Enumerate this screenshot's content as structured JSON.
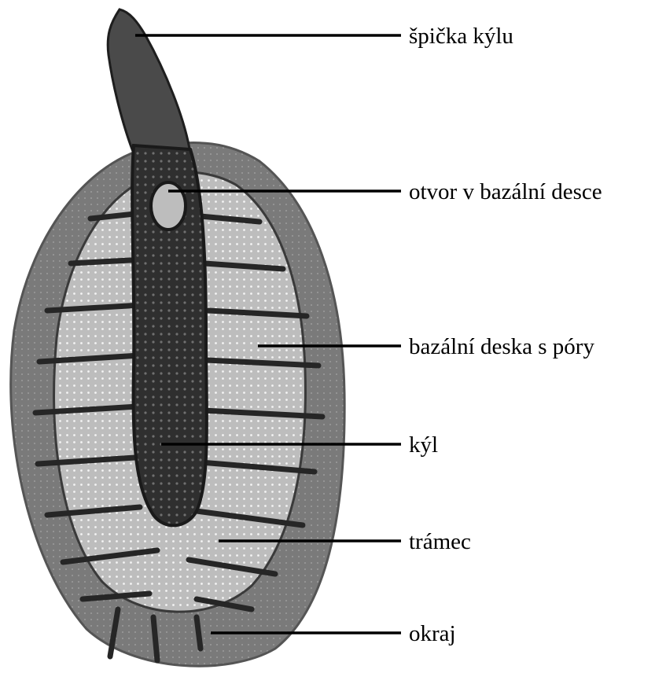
{
  "labels": {
    "tip": "špička kýlu",
    "opening": "otvor v bazální desce",
    "plate": "bazální deska s póry",
    "keel": "kýl",
    "rib": "trámec",
    "rim": "okraj"
  }
}
